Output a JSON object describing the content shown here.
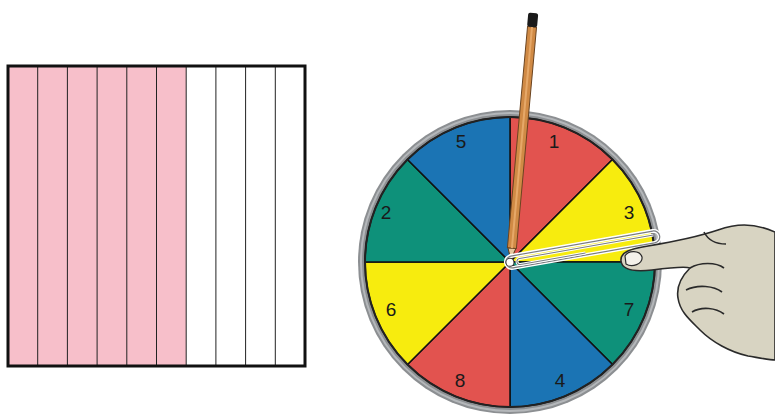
{
  "diagram": {
    "labels": [
      "5",
      "1",
      "3",
      "7",
      "4",
      "8",
      "6",
      "2"
    ]
  }
}
